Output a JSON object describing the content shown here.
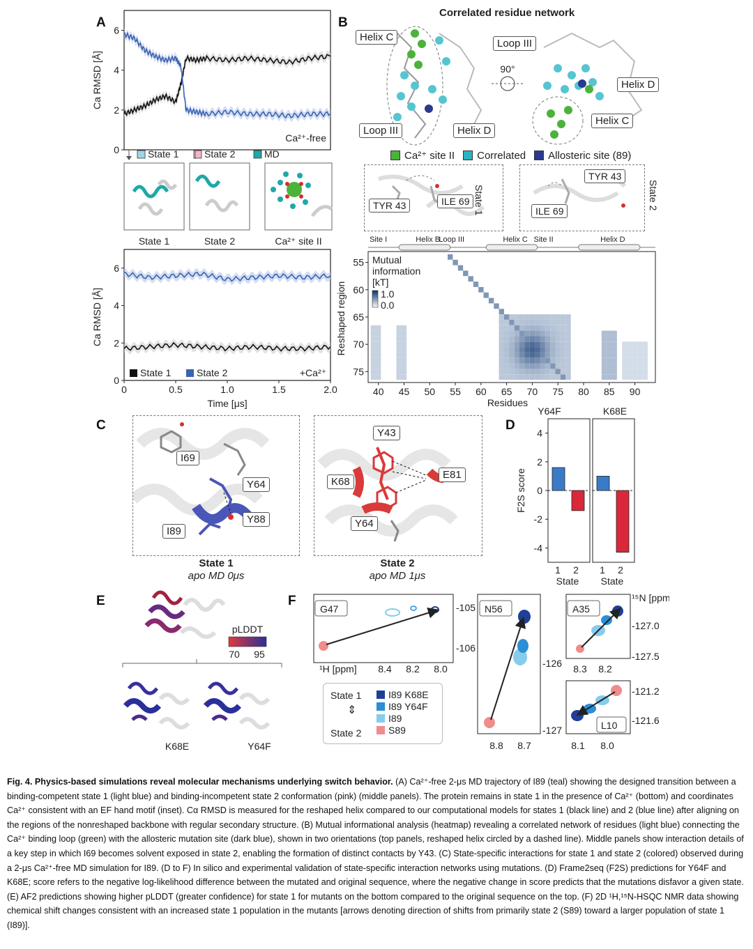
{
  "panels": {
    "A": "A",
    "B": "B",
    "C": "C",
    "D": "D",
    "E": "E",
    "F": "F"
  },
  "panel_a": {
    "top_ylabel": "Ca RMSD [Å]",
    "top_annotation": "Ca²⁺-free",
    "bottom_ylabel": "Ca RMSD [Å]",
    "bottom_annotation": "+Ca²⁺",
    "xlabel": "Time [μs]",
    "yticks": [
      "0",
      "2",
      "4",
      "6"
    ],
    "xticks": [
      "0",
      "0.5",
      "1.0",
      "1.5",
      "2.0"
    ],
    "legend_top": [
      "State 1",
      "State 2",
      "MD"
    ],
    "legend_top_colors": [
      "#9fd6e6",
      "#f2b6c6",
      "#1fa8a8"
    ],
    "legend_bottom": [
      "State 1",
      "State 2"
    ],
    "legend_bottom_colors": [
      "#111111",
      "#3a63b0"
    ],
    "thumb_labels": [
      "State 1",
      "State 2",
      "Ca²⁺ site II"
    ]
  },
  "panel_b": {
    "title": "Correlated residue network",
    "callouts": [
      "Helix C",
      "Loop III",
      "Helix D",
      "Loop III",
      "Helix D",
      "Helix C"
    ],
    "rotation": "90°",
    "legend": [
      "Ca²⁺ site II",
      "Correlated",
      "Allosteric site (89)"
    ],
    "legend_colors": [
      "#4bb33a",
      "#2bb3c0",
      "#2a3a8f"
    ],
    "detail_labels_1": [
      "TYR 43",
      "ILE 69"
    ],
    "detail_state_1": "State 1",
    "detail_labels_2": [
      "TYR 43",
      "ILE 69"
    ],
    "detail_state_2": "State 2",
    "topology": [
      "Site I",
      "Helix B",
      "Loop III",
      "Helix C",
      "Site II",
      "Helix D"
    ],
    "heatmap_legend_title": "Mutual information [kT]",
    "heatmap_legend_max": "1.0",
    "heatmap_legend_min": "0.0",
    "ylabel": "Reshaped region",
    "xlabel": "Residues",
    "yticks": [
      "55",
      "60",
      "65",
      "70",
      "75"
    ],
    "xticks": [
      "40",
      "45",
      "50",
      "55",
      "60",
      "65",
      "70",
      "75",
      "80",
      "85",
      "90"
    ]
  },
  "panel_c": {
    "state1_labels": [
      "I69",
      "Y64",
      "Y88",
      "I89"
    ],
    "state2_labels": [
      "Y43",
      "K68",
      "E81",
      "Y64"
    ],
    "state1_title": "State 1",
    "state1_sub": "apo MD 0μs",
    "state2_title": "State 2",
    "state2_sub": "apo MD 1μs"
  },
  "panel_d": {
    "ylabel": "F2S score",
    "facets": [
      "Y64F",
      "K68E"
    ],
    "yticks": [
      "4",
      "2",
      "0",
      "-2",
      "-4"
    ],
    "xticks": [
      "1",
      "2"
    ],
    "xlabel": "State"
  },
  "panel_e": {
    "legend_title": "pLDDT",
    "legend_min": "70",
    "legend_max": "95",
    "labels": [
      "K68E",
      "Y64F"
    ]
  },
  "panel_f": {
    "g47": {
      "label": "G47",
      "xlabel": "¹H [ppm]",
      "xticks": [
        "8.4",
        "8.2",
        "8.0"
      ],
      "yticks": [
        "-105",
        "-106"
      ]
    },
    "n56": {
      "label": "N56",
      "xticks": [
        "8.8",
        "8.7"
      ],
      "yticks": [
        "-126",
        "-127"
      ]
    },
    "a35": {
      "label": "A35",
      "xticks": [
        "8.3",
        "8.2"
      ],
      "yticks": [
        "-127.0",
        "-127.5"
      ],
      "unit": "¹⁵N [ppm]"
    },
    "l10": {
      "label": "L10",
      "xticks": [
        "8.1",
        "8.0"
      ],
      "yticks": [
        "-121.2",
        "-121.6"
      ]
    },
    "legend_state1": "State 1",
    "legend_state2": "State 2",
    "legend": [
      "I89 K68E",
      "I89 Y64F",
      "I89",
      "S89"
    ],
    "legend_colors": [
      "#1f3f99",
      "#2a8fd6",
      "#86ccec",
      "#f08c8c"
    ]
  },
  "chart_data": [
    {
      "type": "line",
      "title": "Ca²⁺-free",
      "xlabel": "Time [μs]",
      "ylabel": "Ca RMSD [Å]",
      "xlim": [
        0,
        2.0
      ],
      "ylim": [
        0,
        7
      ],
      "series": [
        {
          "name": "State 1",
          "x": [
            0,
            0.1,
            0.2,
            0.3,
            0.4,
            0.5,
            0.55,
            0.6,
            0.7,
            0.8,
            1.0,
            1.2,
            1.4,
            1.6,
            1.8,
            2.0
          ],
          "values": [
            1.8,
            2.0,
            2.2,
            2.5,
            2.7,
            2.4,
            3.3,
            4.6,
            4.5,
            4.6,
            4.5,
            4.6,
            4.5,
            4.4,
            4.6,
            4.7
          ]
        },
        {
          "name": "State 2",
          "x": [
            0,
            0.1,
            0.2,
            0.3,
            0.4,
            0.5,
            0.55,
            0.6,
            0.7,
            0.8,
            1.0,
            1.2,
            1.4,
            1.6,
            1.8,
            2.0
          ],
          "values": [
            5.8,
            5.6,
            5.0,
            4.7,
            4.5,
            4.6,
            4.2,
            2.0,
            1.9,
            1.8,
            1.9,
            1.8,
            1.8,
            1.7,
            1.8,
            1.8
          ]
        }
      ]
    },
    {
      "type": "line",
      "title": "+Ca²⁺",
      "xlabel": "Time [μs]",
      "ylabel": "Ca RMSD [Å]",
      "xlim": [
        0,
        2.0
      ],
      "ylim": [
        0,
        7
      ],
      "series": [
        {
          "name": "State 1",
          "x": [
            0,
            0.25,
            0.5,
            0.75,
            1.0,
            1.25,
            1.5,
            1.75,
            2.0
          ],
          "values": [
            1.7,
            1.8,
            1.9,
            1.8,
            1.7,
            1.8,
            1.7,
            1.7,
            1.8
          ]
        },
        {
          "name": "State 2",
          "x": [
            0,
            0.25,
            0.5,
            0.75,
            1.0,
            1.25,
            1.5,
            1.75,
            2.0
          ],
          "values": [
            5.7,
            5.5,
            5.6,
            5.7,
            5.4,
            5.5,
            5.6,
            5.5,
            5.6
          ]
        }
      ]
    },
    {
      "type": "heatmap",
      "xlabel": "Residues",
      "ylabel": "Reshaped region",
      "xlim": [
        38,
        94
      ],
      "ylim": [
        53,
        77
      ],
      "legend_title": "Mutual information [kT]"
    },
    {
      "type": "bar",
      "facet": "Y64F",
      "categories": [
        "1",
        "2"
      ],
      "values": [
        1.6,
        -1.4
      ],
      "ylim": [
        -5,
        5
      ],
      "ylabel": "F2S score",
      "xlabel": "State"
    },
    {
      "type": "bar",
      "facet": "K68E",
      "categories": [
        "1",
        "2"
      ],
      "values": [
        1.0,
        -4.3
      ],
      "ylim": [
        -5,
        5
      ],
      "ylabel": "F2S score",
      "xlabel": "State"
    }
  ],
  "caption": {
    "bold": "Fig. 4. Physics-based simulations reveal molecular mechanisms underlying switch behavior.",
    "text": "(A) Ca²⁺-free 2-μs MD trajectory of I89 (teal) showing the designed transition between a binding-competent state 1 (light blue) and binding-incompetent state 2 conformation (pink) (middle panels). The protein remains in state 1 in the presence of Ca²⁺ (bottom) and coordinates Ca²⁺ consistent with an EF hand motif (inset). Cα RMSD is measured for the reshaped helix compared to our computational models for states 1 (black line) and 2 (blue line) after aligning on the regions of the nonreshaped backbone with regular secondary structure. (B) Mutual informational analysis (heatmap) revealing a correlated network of residues (light blue) connecting the Ca²⁺ binding loop (green) with the allosteric mutation site (dark blue), shown in two orientations (top panels, reshaped helix circled by a dashed line). Middle panels show interaction details of a key step in which I69 becomes solvent exposed in state 2, enabling the formation of distinct contacts by Y43. (C) State-specific interactions for state 1 and state 2 (colored) observed during a 2-μs Ca²⁺-free MD simulation for I89. (D to F) In silico and experimental validation of state-specific interaction networks using mutations. (D) Frame2seq (F2S) predictions for Y64F and K68E; score refers to the negative log-likelihood difference between the mutated and original sequence, where the negative change in score predicts that the mutations disfavor a given state. (E) AF2 predictions showing higher pLDDT (greater confidence) for state 1 for mutants on the bottom compared to the original sequence on the top. (F) 2D ¹H,¹⁵N-HSQC NMR data showing chemical shift changes consistent with an increased state 1 population in the mutants [arrows denoting direction of shifts from primarily state 2 (S89) toward a larger population of state 1 (I89)]."
  }
}
